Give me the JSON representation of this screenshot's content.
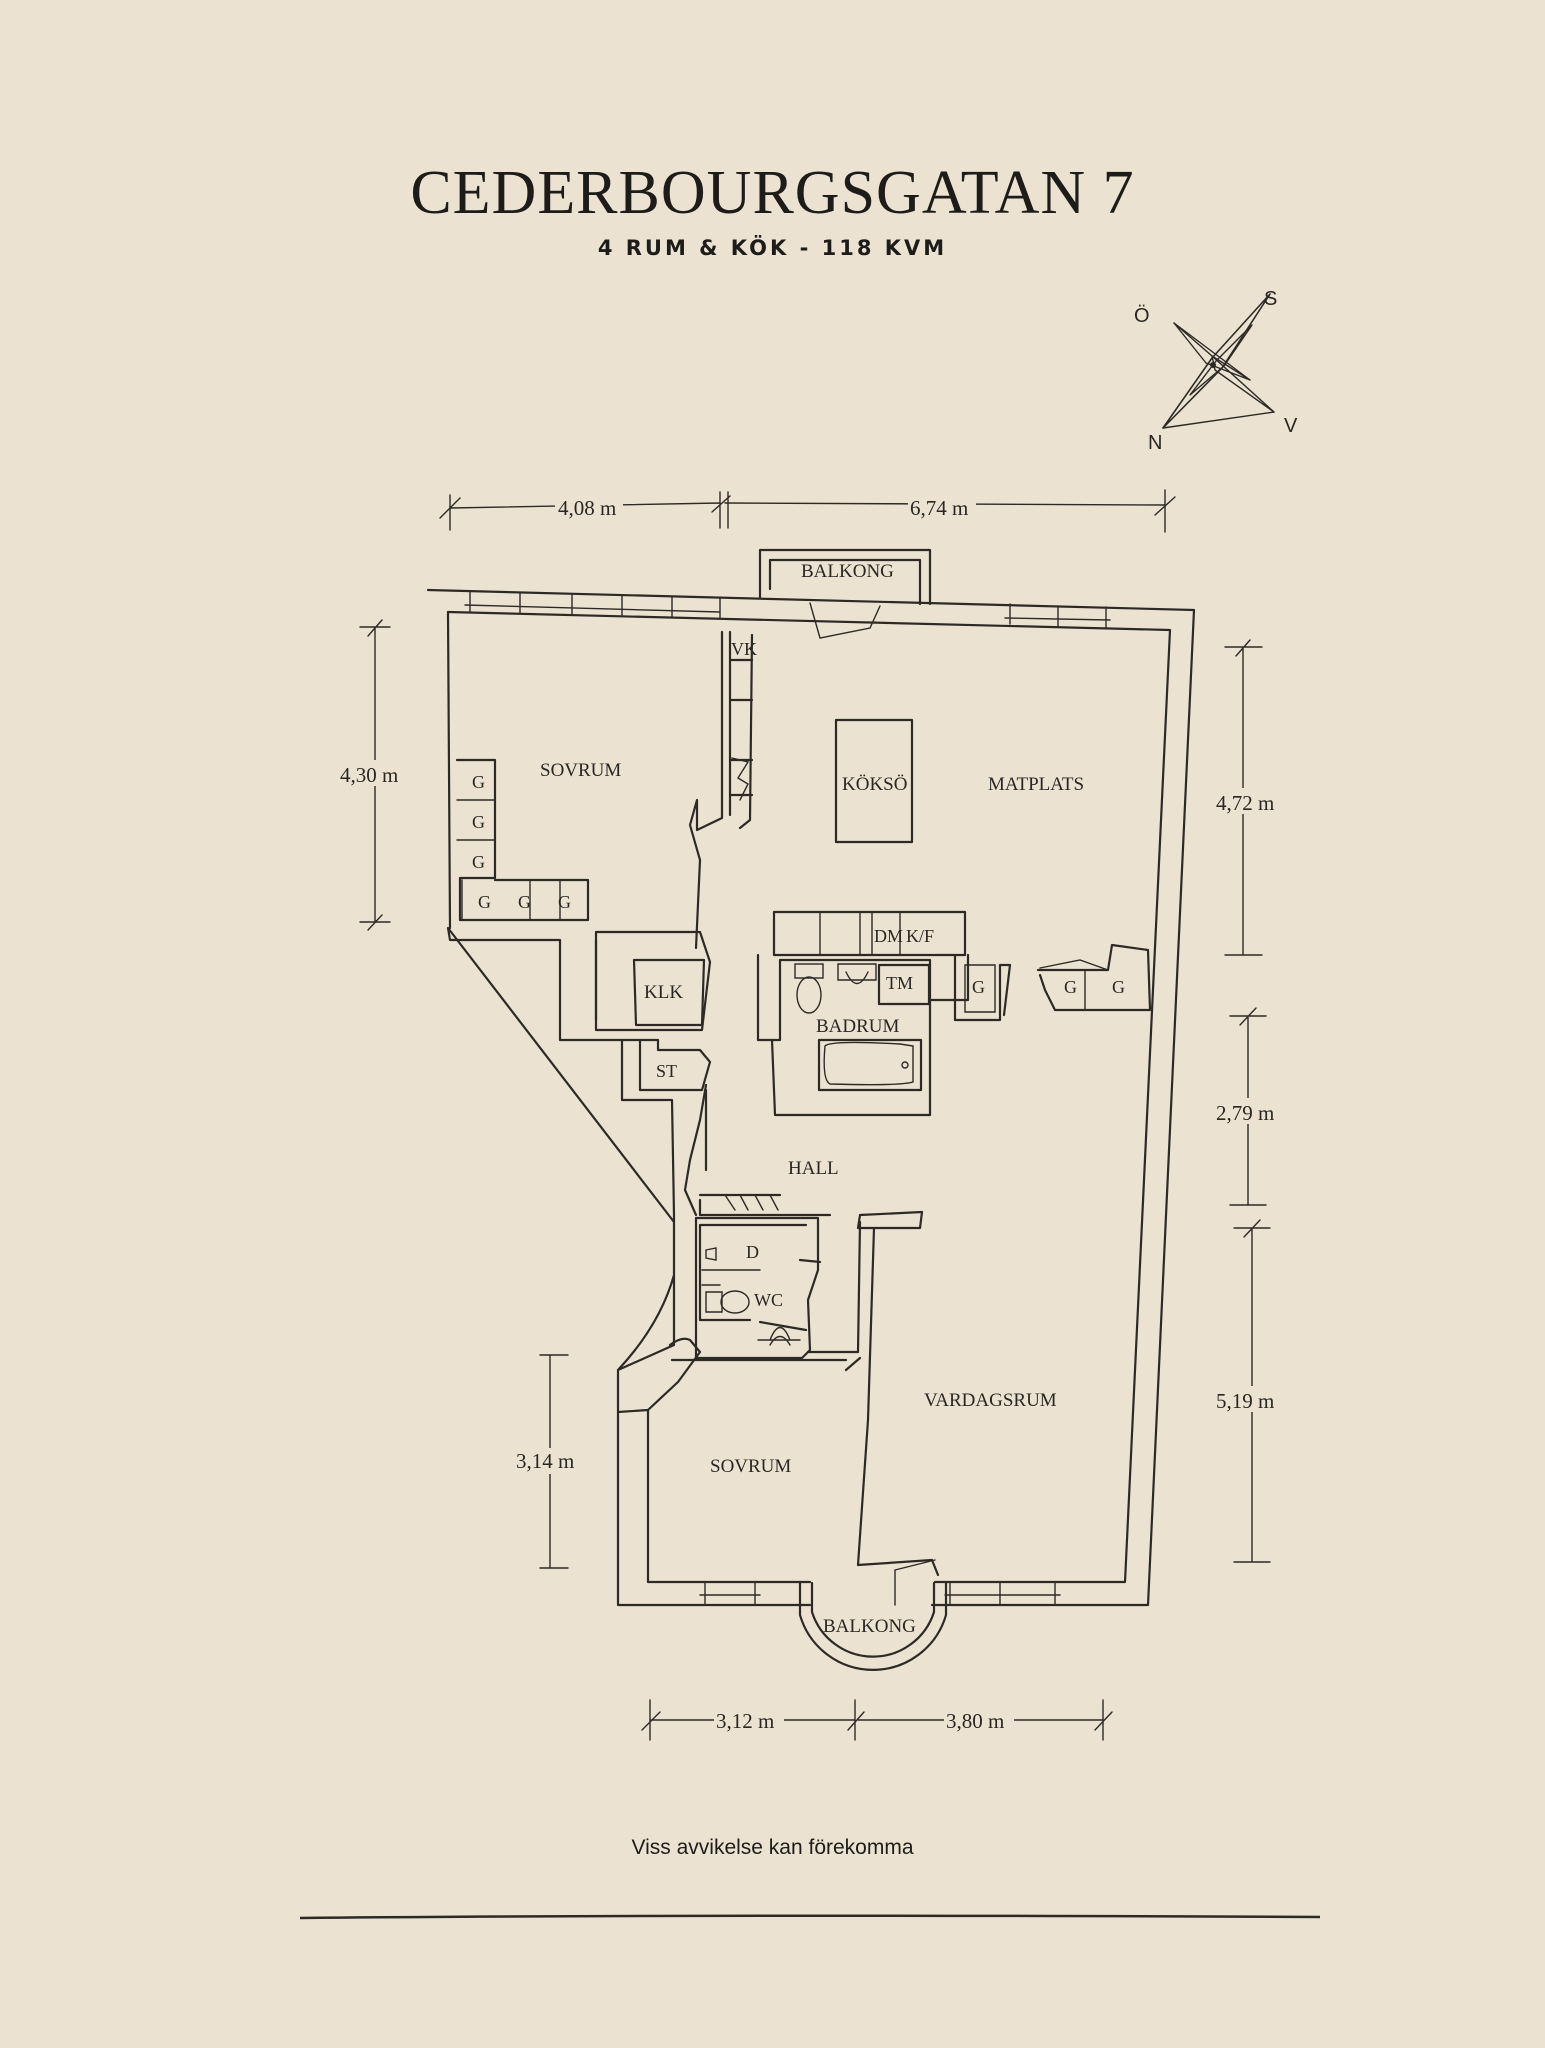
{
  "header": {
    "title": "CEDERBOURGSGATAN 7",
    "subtitle": "4 RUM & KÖK  -  118 KVM"
  },
  "compass": {
    "n": "N",
    "s": "S",
    "o": "Ö",
    "v": "V"
  },
  "rooms": {
    "balkong_top": "BALKONG",
    "vk": "VK",
    "sovrum_1": "SOVRUM",
    "koksoe": "KÖKSÖ",
    "matplats": "MATPLATS",
    "dm": "DM",
    "kf": "K/F",
    "tm": "TM",
    "klk": "KLK",
    "badrum": "BADRUM",
    "st": "ST",
    "hall": "HALL",
    "d": "D",
    "wc": "WC",
    "vardagsrum": "VARDAGSRUM",
    "sovrum_2": "SOVRUM",
    "balkong_bottom": "BALKONG"
  },
  "wardrobe_label": "G",
  "dimensions": {
    "top_left": "4,08 m",
    "top_right": "6,74 m",
    "left_upper": "4,30 m",
    "left_lower": "3,14 m",
    "right_1": "4,72 m",
    "right_2": "2,79 m",
    "right_3": "5,19 m",
    "bottom_left": "3,12 m",
    "bottom_right": "3,80 m"
  },
  "footer": {
    "disclaimer": "Viss avvikelse kan förekomma"
  }
}
